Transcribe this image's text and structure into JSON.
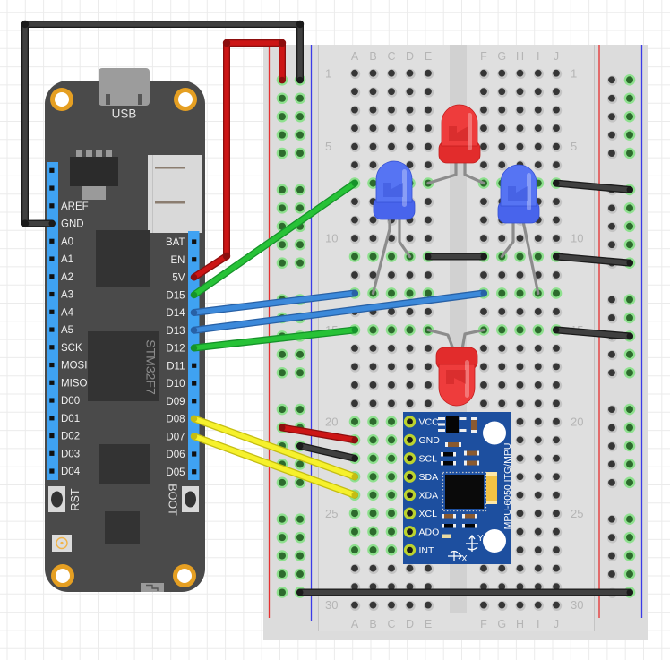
{
  "canvas": {
    "background": "#ffffff",
    "grid_color": "#ebebeb"
  },
  "board": {
    "chip_label": "STM32F7",
    "usb_label": "USB",
    "rst_label": "RST",
    "boot_label": "BOOT",
    "left_pins": [
      "",
      "",
      "AREF",
      "GND",
      "A0",
      "A1",
      "A2",
      "A3",
      "A4",
      "A5",
      "SCK",
      "MOSI",
      "MISO",
      "D00",
      "D01",
      "D02",
      "D03",
      "D04"
    ],
    "right_pins": [
      "BAT",
      "EN",
      "5V",
      "D15",
      "D14",
      "D13",
      "D12",
      "D11",
      "D10",
      "D09",
      "D08",
      "D07",
      "D06",
      "D05"
    ],
    "colors": {
      "body": "#4a4a4a",
      "header": "#3fa2f2",
      "chip": "#333333",
      "mount_ring": "#e59f22",
      "usb": "#9c9c9c"
    }
  },
  "breadboard": {
    "rows": 30,
    "columns_left": [
      "A",
      "B",
      "C",
      "D",
      "E"
    ],
    "columns_right": [
      "F",
      "G",
      "H",
      "I",
      "J"
    ],
    "row_labels": [
      "1",
      "5",
      "10",
      "15",
      "20",
      "25",
      "30"
    ],
    "rails": [
      "L+",
      "L-",
      "R+",
      "R-"
    ],
    "rail_holes": 25,
    "colors": {
      "body": "#dcdcdc",
      "terminal": "#dfdfdf",
      "channel": "#d1d1d1",
      "hole": "#363636",
      "hole_shadow": "#c4c4c4",
      "hole_connected": "#2d6a2d",
      "hole_glow": "#8ee08e",
      "rail_positive": "#e53030",
      "rail_negative": "#3a3ae8"
    }
  },
  "mpu": {
    "title": "MPU-6050 ITG/MPU",
    "pins": [
      "VCC",
      "GND",
      "SCL",
      "SDA",
      "XDA",
      "XCL",
      "ADO",
      "INT"
    ],
    "pin_column": "D",
    "first_row": 20,
    "axis_x": "X",
    "axis_y": "Y",
    "colors": {
      "pcb": "#1d4f9f",
      "pad": "#bcd32e",
      "ic": "#0a0a0a",
      "capacitor": "#f2c244"
    }
  },
  "leds": [
    {
      "id": "red-top",
      "color": "red",
      "legs": [
        "bb:E7",
        "bb:F7"
      ]
    },
    {
      "id": "blue-left",
      "color": "blue",
      "legs": [
        "bb:B13",
        "bb:D11"
      ]
    },
    {
      "id": "blue-right",
      "color": "blue",
      "legs": [
        "bb:I13",
        "bb:G11"
      ]
    },
    {
      "id": "red-bottom",
      "color": "red",
      "legs": [
        "bb:E15",
        "bb:F15"
      ]
    }
  ],
  "led_colors": {
    "red": {
      "dome": "#ee3c3c",
      "flange": "#e22c2c",
      "edge": "#c21d1d"
    },
    "blue": {
      "dome": "#5674f3",
      "flange": "#4864ec",
      "edge": "#3550d4"
    }
  },
  "wires": [
    {
      "id": "gnd",
      "color": "black",
      "from": "board:GND",
      "to": "rail:L-:1"
    },
    {
      "id": "5v",
      "color": "red",
      "from": "board:5V",
      "to": "rail:L+:1"
    },
    {
      "id": "d15",
      "color": "green",
      "from": "board:D15",
      "to": "bb:A7"
    },
    {
      "id": "d14",
      "color": "blue",
      "from": "board:D14",
      "to": "bb:A13"
    },
    {
      "id": "d13",
      "color": "blue",
      "from": "board:D13",
      "to": "bb:F13"
    },
    {
      "id": "d12",
      "color": "green",
      "from": "board:D12",
      "to": "bb:A15"
    },
    {
      "id": "d08",
      "color": "yellow",
      "from": "board:D08",
      "to": "bb:A23"
    },
    {
      "id": "d07",
      "color": "yellow",
      "from": "board:D07",
      "to": "bb:A24"
    },
    {
      "id": "mpu-vcc",
      "color": "red",
      "from": "rail:L+:17",
      "to": "bb:A21"
    },
    {
      "id": "mpu-gnd",
      "color": "black",
      "from": "rail:L-:18",
      "to": "bb:A22"
    },
    {
      "id": "gnd-bus",
      "color": "black",
      "from": "rail:L-:25",
      "to": "rail:R-:25"
    },
    {
      "id": "bridge-11",
      "color": "black",
      "from": "bb:E11",
      "to": "bb:F11"
    },
    {
      "id": "j7-gnd",
      "color": "black",
      "from": "bb:J7",
      "to": "rail:R-:6"
    },
    {
      "id": "j11-gnd",
      "color": "black",
      "from": "bb:J11",
      "to": "rail:R-:10"
    },
    {
      "id": "j15-gnd",
      "color": "black",
      "from": "bb:J15",
      "to": "rail:R-:13"
    }
  ],
  "wire_colors": {
    "black": {
      "fill": "#404040",
      "edge": "#1b1b1b"
    },
    "red": {
      "fill": "#cc1515",
      "edge": "#8c0e0e"
    },
    "green": {
      "fill": "#27c237",
      "edge": "#16932a"
    },
    "blue": {
      "fill": "#3c89da",
      "edge": "#2861a6"
    },
    "yellow": {
      "fill": "#f6f12c",
      "edge": "#c4bd12"
    }
  }
}
